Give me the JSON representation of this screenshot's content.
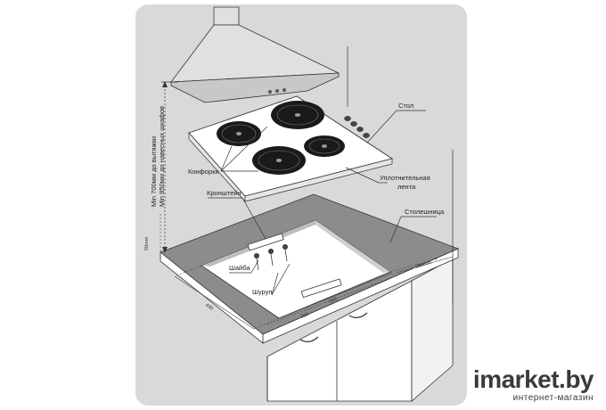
{
  "labels": {
    "glass": "Стол",
    "burners": "Конфорки",
    "seal_line1": "Уплотнительная",
    "seal_line2": "лента",
    "bracket": "Кронштейн",
    "countertop": "Столешница",
    "washer": "Шайба",
    "screw": "Шуруп"
  },
  "vertical_notes": {
    "hood_min": "Min 700мм до вытяжки",
    "cabinet_min": "Min 850мм до навесных шкафов"
  },
  "dimensions": {
    "thickness": "50mm",
    "width_1": "560",
    "width_2": "490",
    "depth_1": "280",
    "side": "200mm"
  },
  "watermark": {
    "brand": "imarket.by",
    "tagline": "интернет-магазин"
  },
  "colors": {
    "background": "#d9d9d9",
    "countertop": "#8c8c8c",
    "cabinet": "#ffffff",
    "burner": "#1a1a1a",
    "line": "#333333"
  }
}
